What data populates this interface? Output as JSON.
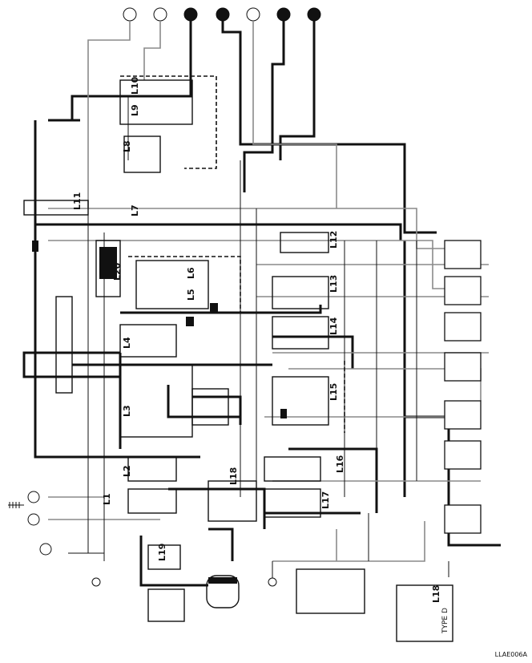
{
  "caption": "LLAE006A",
  "type_label": "TYPE D",
  "line_labels": {
    "l1": "L1",
    "l2": "L2",
    "l3": "L3",
    "l4": "L4",
    "l5": "L5",
    "l6": "L6",
    "l7": "L7",
    "l8": "L8",
    "l9": "L9",
    "l10": "L10",
    "l11": "L11",
    "l12": "L12",
    "l13": "L13",
    "l14": "L14",
    "l15": "L15",
    "l16": "L16",
    "l17": "L17",
    "l18": "L18",
    "l19": "L19",
    "l20": "L20",
    "l18b": "L18"
  },
  "colors": {
    "ink": "#111111",
    "paper": "#ffffff",
    "gray_pipe": "#8a8a8a"
  }
}
